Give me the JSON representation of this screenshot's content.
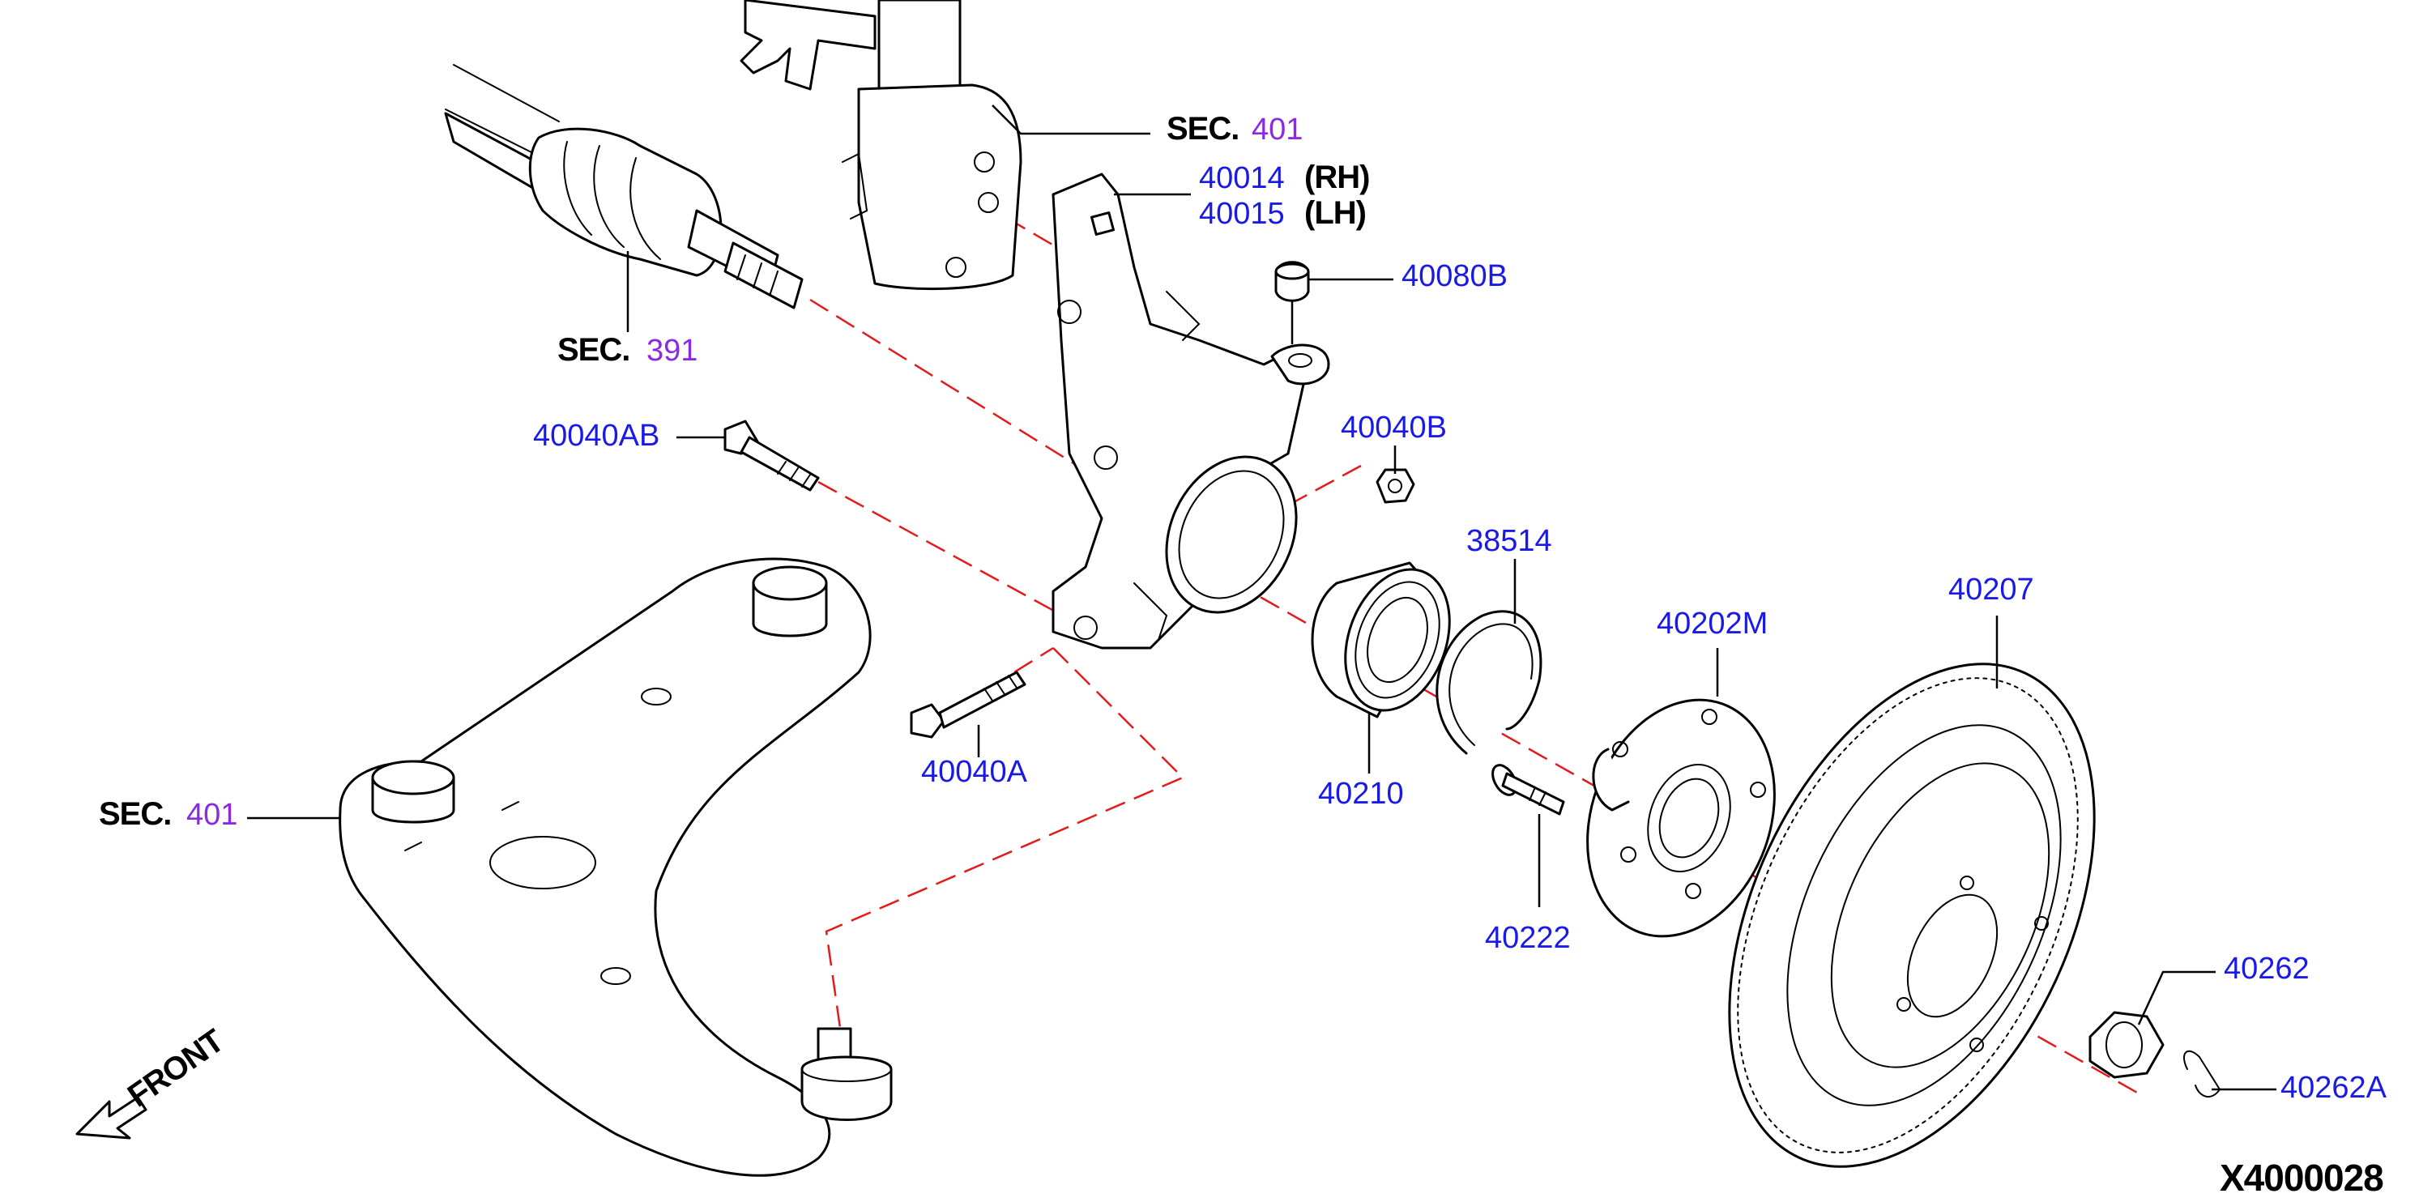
{
  "diagram_code": "X4000028",
  "front_label": "FRONT",
  "callouts": {
    "sec401_top": {
      "prefix": "SEC.",
      "number": "401"
    },
    "sec391": {
      "prefix": "SEC.",
      "number": "391"
    },
    "sec401_left": {
      "prefix": "SEC.",
      "number": "401"
    },
    "p40014": {
      "number": "40014",
      "suffix": "(RH)"
    },
    "p40015": {
      "number": "40015",
      "suffix": "(LH)"
    },
    "p40080B": "40080B",
    "p40040AB": "40040AB",
    "p40040B": "40040B",
    "p38514": "38514",
    "p40207": "40207",
    "p40202M": "40202M",
    "p40210": "40210",
    "p40040A": "40040A",
    "p40222": "40222",
    "p40262": "40262",
    "p40262A": "40262A"
  },
  "colors": {
    "part_number": "#1a1ae6",
    "section_number": "#8a2be2",
    "centerline": "#e31b1b",
    "linework": "#000000"
  }
}
